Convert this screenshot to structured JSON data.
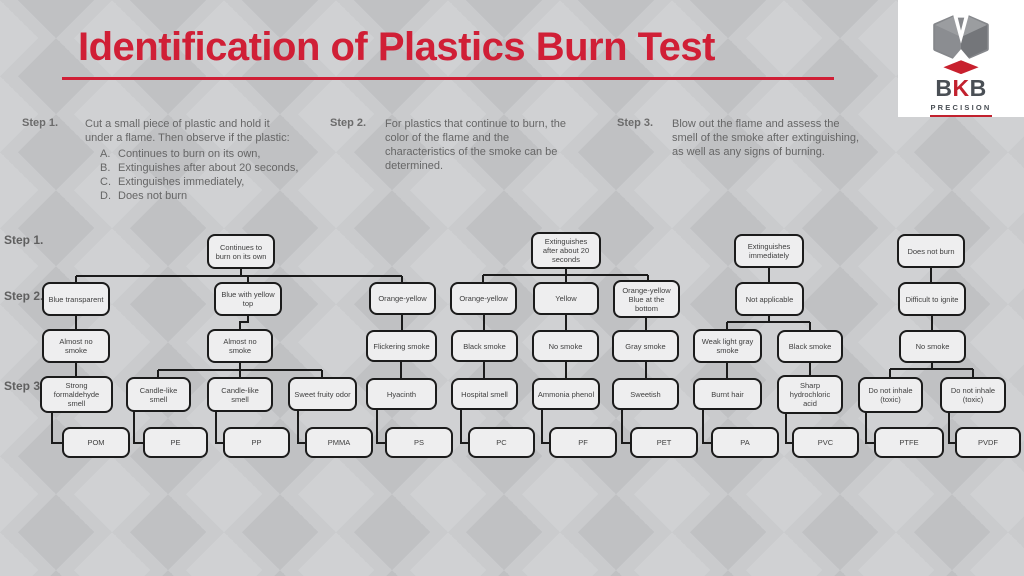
{
  "title": "Identification of Plastics Burn Test",
  "logo": {
    "brand_b1": "B",
    "brand_k": "K",
    "brand_b2": "B",
    "subtitle": "PRECISION"
  },
  "instructions": {
    "step1": {
      "label": "Step 1.",
      "text": "Cut a small piece of plastic and hold it\nunder a flame. Then observe if the plastic:",
      "items": [
        {
          "m": "A.",
          "t": "Continues to burn on its own,"
        },
        {
          "m": "B.",
          "t": "Extinguishes after about 20 seconds,"
        },
        {
          "m": "C.",
          "t": "Extinguishes immediately,"
        },
        {
          "m": "D.",
          "t": "Does not burn"
        }
      ]
    },
    "step2": {
      "label": "Step 2.",
      "text": "For plastics that continue to burn, the\ncolor of the flame and the\ncharacteristics of the smoke can be\ndetermined."
    },
    "step3": {
      "label": "Step 3.",
      "text": "Blow out the flame and assess the\nsmell of the smoke after extinguishing,\nas well as any signs of burning."
    }
  },
  "flow": {
    "row_labels": {
      "step1": "Step 1.",
      "step2": "Step 2.",
      "step3": "Step 3."
    },
    "r1": [
      "Continues to\nburn on its own",
      "Extinguishes\nafter about 20\nseconds",
      "Extinguishes\nimmediately",
      "Does not burn"
    ],
    "r2": [
      "Blue transparent",
      "Blue with yellow\ntop",
      "Orange-yellow",
      "Orange-yellow",
      "Yellow",
      "Orange-yellow\nBlue at the\nbottom",
      "Not applicable",
      "Difficult to ignite"
    ],
    "r3": [
      "Almost no\nsmoke",
      "Almost no\nsmoke",
      "Flickering smoke",
      "Black smoke",
      "No smoke",
      "Gray smoke",
      "Weak light gray\nsmoke",
      "Black smoke",
      "No smoke"
    ],
    "r4": [
      "Strong\nformaldehyde\nsmell",
      "Candle-like\nsmell",
      "Candle-like\nsmell",
      "Sweet fruity odor",
      "Hyacinth",
      "Hospital smell",
      "Ammonia phenol",
      "Sweetish",
      "Burnt hair",
      "Sharp\nhydrochloric\nacid",
      "Do not inhale\n(toxic)",
      "Do not inhale\n(toxic)"
    ],
    "r5": [
      "POM",
      "PE",
      "PP",
      "PMMA",
      "PS",
      "PC",
      "PF",
      "PET",
      "PA",
      "PVC",
      "PTFE",
      "PVDF"
    ]
  },
  "colors": {
    "accent_red": "#d01f36",
    "background": "#c7c8ca",
    "box_fill": "#eeeeef",
    "box_border": "#1b1b1b",
    "logo_dark": "#4a4f55",
    "logo_red": "#c2212e"
  }
}
